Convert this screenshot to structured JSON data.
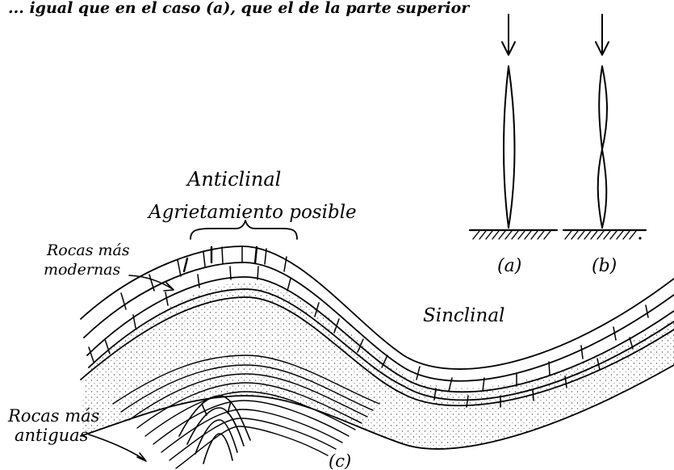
{
  "top_caption": "... igual que en el caso (a), que el de la parte superior",
  "labels": {
    "anticline": "Anticlinal",
    "cracking": "Agrietamiento posible",
    "newer_rocks_1": "Rocas más",
    "newer_rocks_2": "modernas",
    "syncline": "Sinclinal",
    "older_rocks_1": "Rocas más",
    "older_rocks_2": "antiguas",
    "panel_a": "(a)",
    "panel_b": "(b)",
    "panel_c": "(c)"
  }
}
